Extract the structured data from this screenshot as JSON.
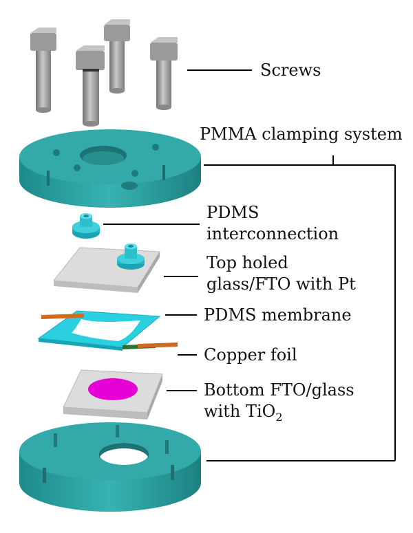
{
  "labels": {
    "screws": "Screws",
    "pmma": "PMMA clamping system",
    "pdms_interconnection_1": "PDMS",
    "pdms_interconnection_2": "interconnection",
    "top_glass_1": "Top holed",
    "top_glass_2": "glass/FTO with Pt",
    "pdms_membrane": "PDMS membrane",
    "copper_foil": "Copper foil",
    "bottom_glass_1": "Bottom FTO/glass",
    "bottom_glass_2_prefix": "with TiO",
    "bottom_glass_2_sub": "2"
  },
  "colors": {
    "pmma": "#2fa8a8",
    "pmma_dark": "#1f7f80",
    "screw": "#a6a6a6",
    "glass": "#d6d6d6",
    "membrane": "#2ad0e0",
    "copper": "#d2691e",
    "tio2": "#e600d6"
  }
}
